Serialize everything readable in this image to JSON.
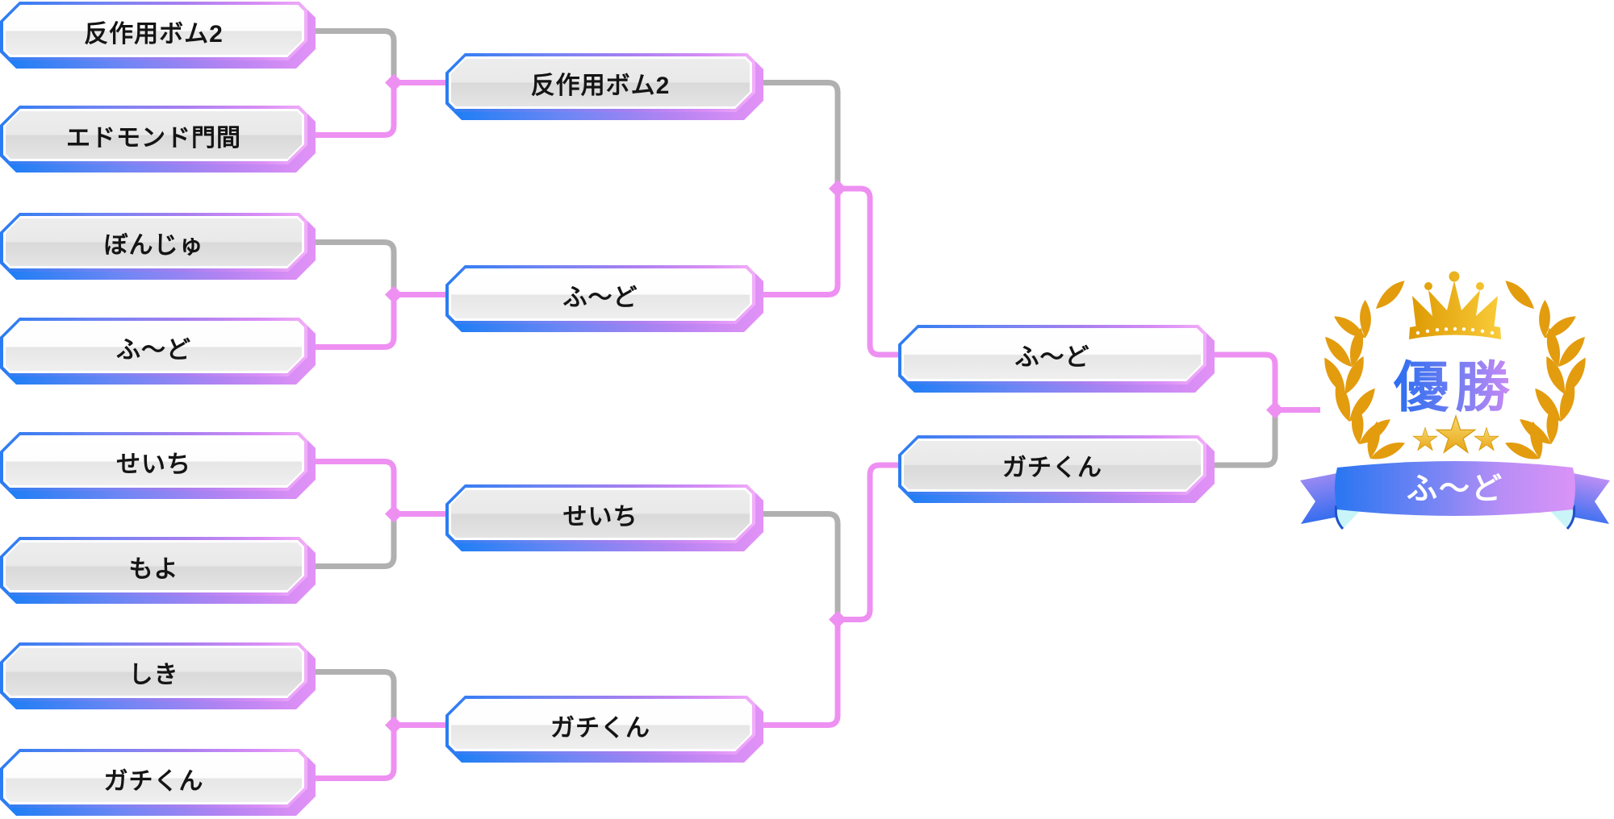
{
  "bracket": {
    "round1": [
      {
        "name": "反作用ボム2",
        "result": "win"
      },
      {
        "name": "エドモンド門間",
        "result": "lose"
      },
      {
        "name": "ぼんじゅ",
        "result": "lose"
      },
      {
        "name": "ふ〜ど",
        "result": "win"
      },
      {
        "name": "せいち",
        "result": "win"
      },
      {
        "name": "もよ",
        "result": "lose"
      },
      {
        "name": "しき",
        "result": "lose"
      },
      {
        "name": "ガチくん",
        "result": "win"
      }
    ],
    "round2": [
      {
        "name": "反作用ボム2",
        "result": "lose"
      },
      {
        "name": "ふ〜ど",
        "result": "win"
      },
      {
        "name": "せいち",
        "result": "lose"
      },
      {
        "name": "ガチくん",
        "result": "win"
      }
    ],
    "round3": [
      {
        "name": "ふ〜ど",
        "result": "win"
      },
      {
        "name": "ガチくん",
        "result": "lose"
      }
    ]
  },
  "badge": {
    "title": "優勝",
    "winner_name": "ふ〜ど"
  },
  "colors": {
    "winner_line": "#ee90f2",
    "loser_line": "#b0b0b0",
    "junction_node": "#ee90f2",
    "box_border_blue": "#2b7cf2",
    "box_border_purple": "#f2aef9",
    "gold": "#f3bc2d",
    "title_blue": "#2e6ef0",
    "title_purple": "#d08bf5",
    "ribbon_blue": "#2b76f2",
    "ribbon_purple": "#d993f6"
  }
}
